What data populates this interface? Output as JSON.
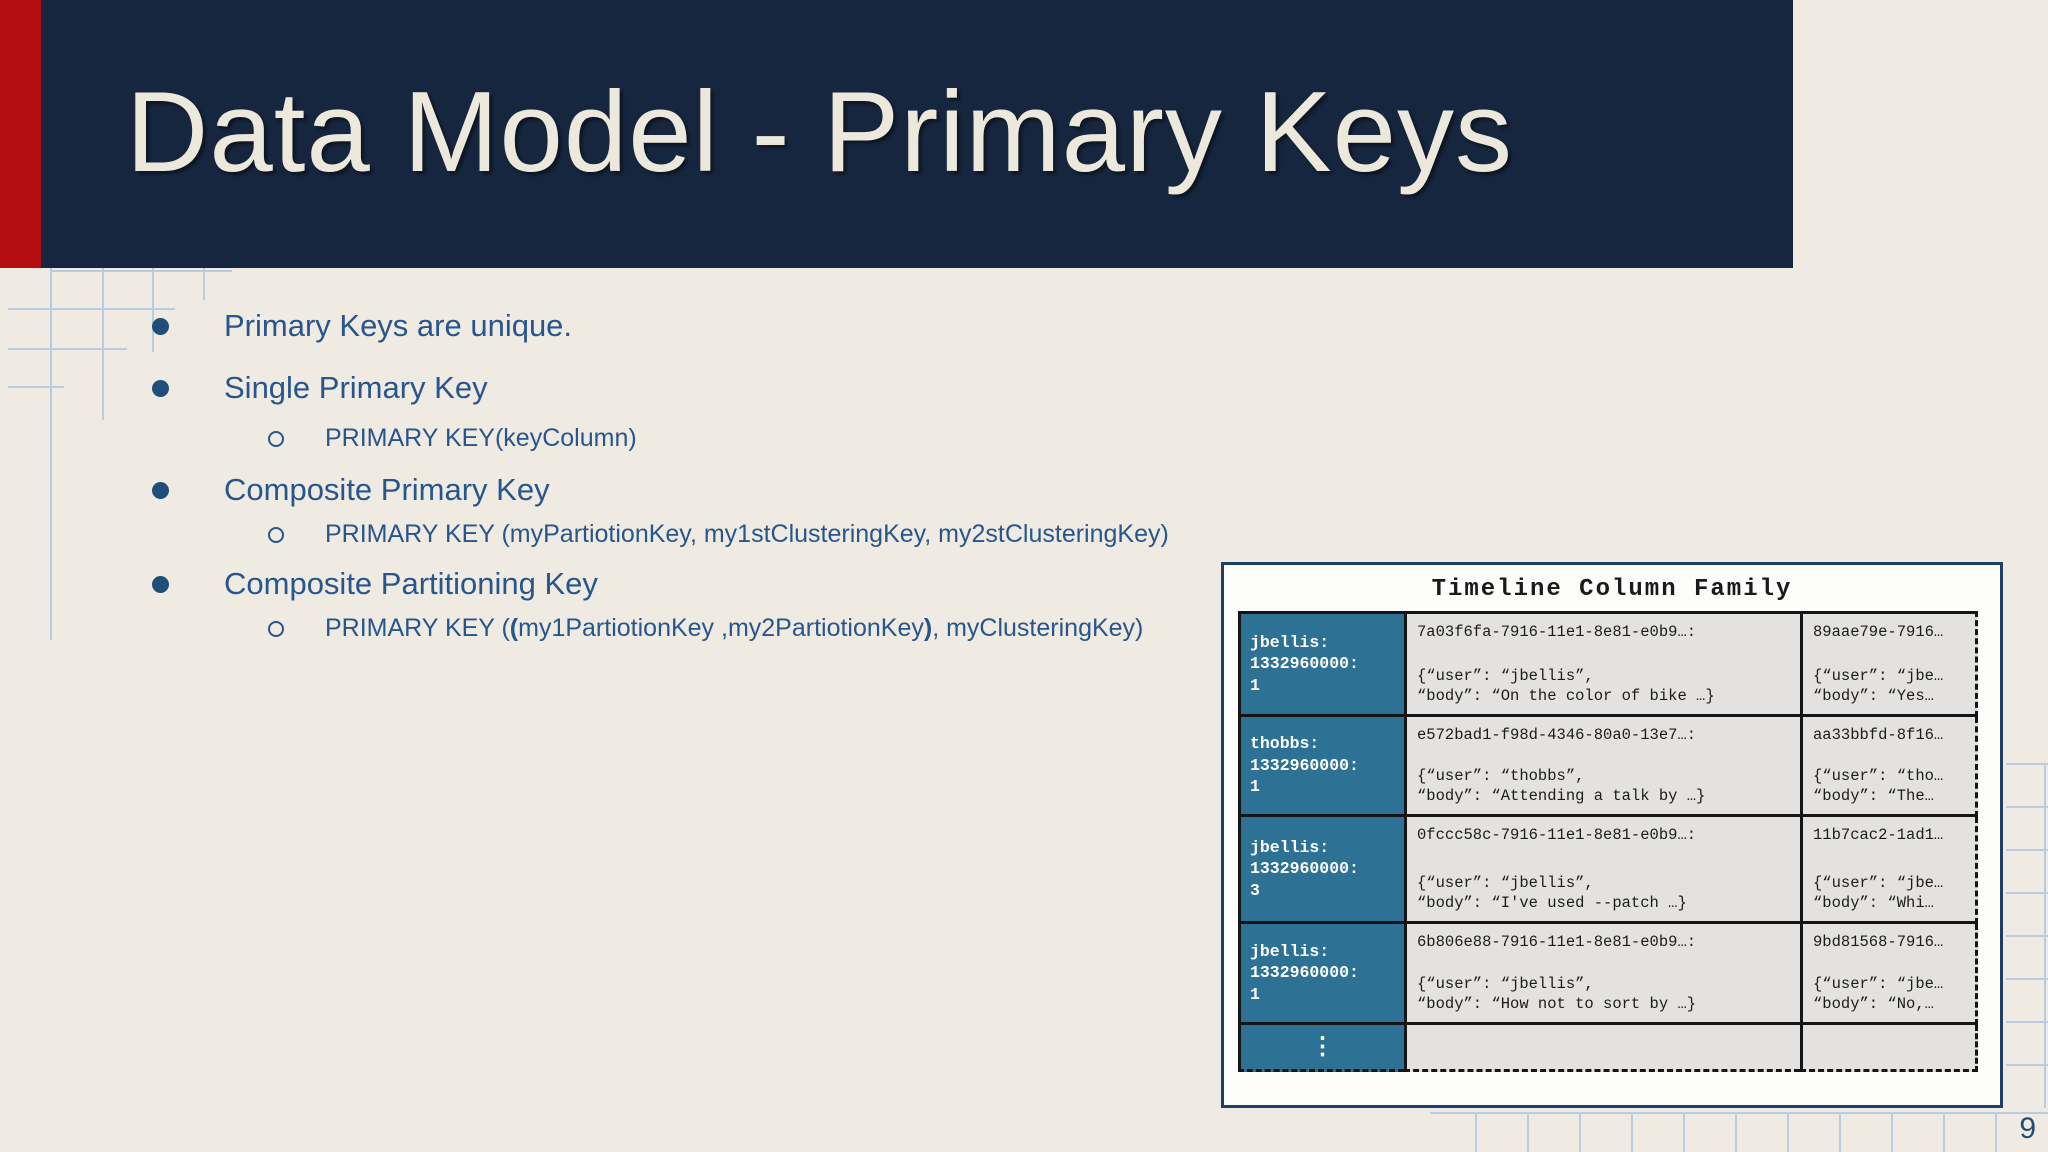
{
  "slide": {
    "title": "Data Model - Primary Keys",
    "page_number": "9"
  },
  "colors": {
    "header_navy": "#17263F",
    "accent_red": "#B30D12",
    "background_cream": "#F0EBE2",
    "bullet_text_blue": "#27568C",
    "table_key_teal": "#2D7194",
    "table_cell_gray": "#E3E2E0",
    "grid_line_blue": "#B9CDE1"
  },
  "bullets": {
    "b1": "Primary Keys are unique.",
    "b2": "Single Primary Key",
    "b2_sub": "PRIMARY KEY(keyColumn)",
    "b3": "Composite Primary Key",
    "b3_sub": "PRIMARY KEY (myPartiotionKey, my1stClusteringKey, my2stClusteringKey)",
    "b4": "Composite Partitioning Key",
    "b4_sub_prefix": "PRIMARY KEY (",
    "b4_sub_bold_open": "(",
    "b4_sub_inner": "my1PartiotionKey ,my2PartiotionKey",
    "b4_sub_bold_close": ")",
    "b4_sub_suffix": ", myClusteringKey)"
  },
  "figure": {
    "title": "Timeline Column Family",
    "ellipsis": "⋮",
    "rows": [
      {
        "key": "jbellis:\n1332960000:\n1",
        "uuid1": "7a03f6fa-7916-11e1-8e81-e0b9…:",
        "json1": "{“user”: “jbellis”,\n “body”: “On the color of bike …}",
        "uuid2": "89aae79e-7916…",
        "json2": "{“user”: “jbe…\n “body”: “Yes…"
      },
      {
        "key": "thobbs:\n1332960000:\n1",
        "uuid1": "e572bad1-f98d-4346-80a0-13e7…:",
        "json1": "{“user”: “thobbs”,\n “body”: “Attending a talk by …}",
        "uuid2": "aa33bbfd-8f16…",
        "json2": "{“user”: “tho…\n “body”: “The…"
      },
      {
        "key": "jbellis:\n1332960000:\n3",
        "uuid1": "0fccc58c-7916-11e1-8e81-e0b9…:",
        "json1": "{“user”: “jbellis”,\n “body”: “I've used --patch …}",
        "uuid2": "11b7cac2-1ad1…",
        "json2": "{“user”: “jbe…\n “body”: “Whi…"
      },
      {
        "key": "jbellis:\n1332960000:\n1",
        "uuid1": "6b806e88-7916-11e1-8e81-e0b9…:",
        "json1": "{“user”: “jbellis”,\n “body”: “How not to sort by …}",
        "uuid2": "9bd81568-7916…",
        "json2": "{“user”: “jbe…\n “body”: “No,…"
      }
    ]
  }
}
